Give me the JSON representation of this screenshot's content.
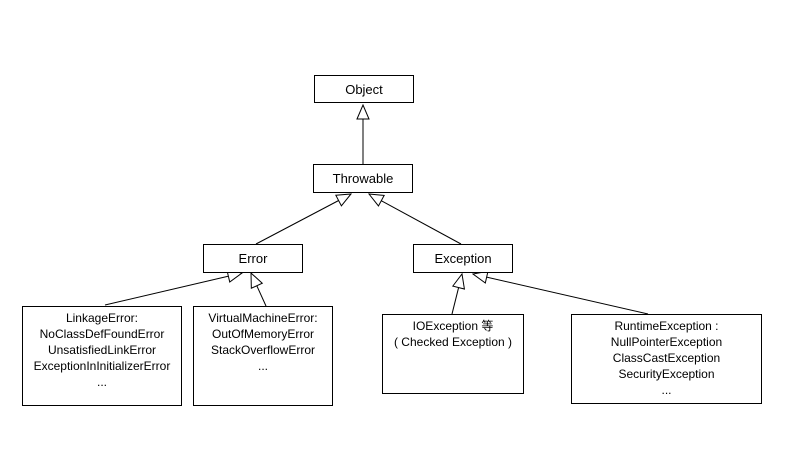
{
  "colors": {
    "background": "#ffffff",
    "box_border": "#000000",
    "box_fill": "#ffffff",
    "line": "#000000",
    "text": "#000000"
  },
  "nodes": {
    "object": {
      "lines": [
        "Object"
      ]
    },
    "throwable": {
      "lines": [
        "Throwable"
      ]
    },
    "error": {
      "lines": [
        "Error"
      ]
    },
    "exception": {
      "lines": [
        "Exception"
      ]
    },
    "linkage_error": {
      "lines": [
        "LinkageError:",
        "NoClassDefFoundError",
        "UnsatisfiedLinkError",
        "ExceptionInInitializerError",
        "..."
      ]
    },
    "virtual_machine_error": {
      "lines": [
        "VirtualMachineError:",
        "OutOfMemoryError",
        "StackOverflowError",
        "..."
      ]
    },
    "io_exception": {
      "lines": [
        "IOException 等",
        "( Checked Exception )"
      ]
    },
    "runtime_exception": {
      "lines": [
        "RuntimeException :",
        "NullPointerException",
        "ClassCastException",
        "SecurityException",
        "..."
      ]
    }
  },
  "edges": [
    {
      "child": "Throwable",
      "parent": "Object",
      "type": "inheritance"
    },
    {
      "child": "Error",
      "parent": "Throwable",
      "type": "inheritance"
    },
    {
      "child": "Exception",
      "parent": "Throwable",
      "type": "inheritance"
    },
    {
      "child": "LinkageError",
      "parent": "Error",
      "type": "inheritance"
    },
    {
      "child": "VirtualMachineError",
      "parent": "Error",
      "type": "inheritance"
    },
    {
      "child": "IOException",
      "parent": "Exception",
      "type": "inheritance"
    },
    {
      "child": "RuntimeException",
      "parent": "Exception",
      "type": "inheritance"
    }
  ]
}
